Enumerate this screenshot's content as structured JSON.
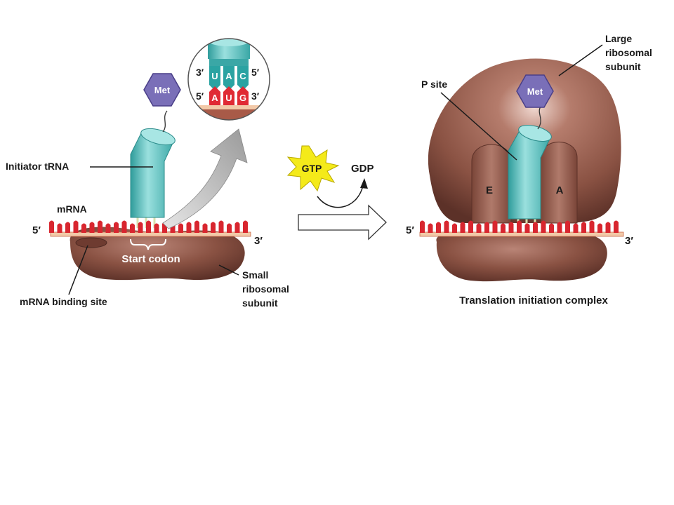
{
  "left_panel": {
    "met": "Met",
    "initiator_trna": "Initiator tRNA",
    "mrna": "mRNA",
    "five_prime": "5′",
    "three_prime": "3′",
    "start_codon": "Start codon",
    "mrna_binding_site": "mRNA binding site",
    "small_subunit": [
      "Small",
      "ribosomal",
      "subunit"
    ]
  },
  "inset": {
    "top_left": "3′",
    "top_right": "5′",
    "bottom_left": "5′",
    "bottom_right": "3′",
    "anticodon": [
      "U",
      "A",
      "C"
    ],
    "codon": [
      "A",
      "U",
      "G"
    ]
  },
  "middle": {
    "gtp": "GTP",
    "gdp": "GDP"
  },
  "right_panel": {
    "large_subunit": [
      "Large",
      "ribosomal",
      "subunit"
    ],
    "p_site": "P site",
    "met": "Met",
    "e_site": "E",
    "a_site": "A",
    "five_prime": "5′",
    "three_prime": "3′",
    "caption": "Translation initiation complex"
  },
  "colors": {
    "ribosome": "#8a5243",
    "trna": "#56c0bf",
    "met": "#7a6fb8",
    "mrna_teeth": "#d8262f",
    "gtp_burst": "#f4ea1a"
  }
}
